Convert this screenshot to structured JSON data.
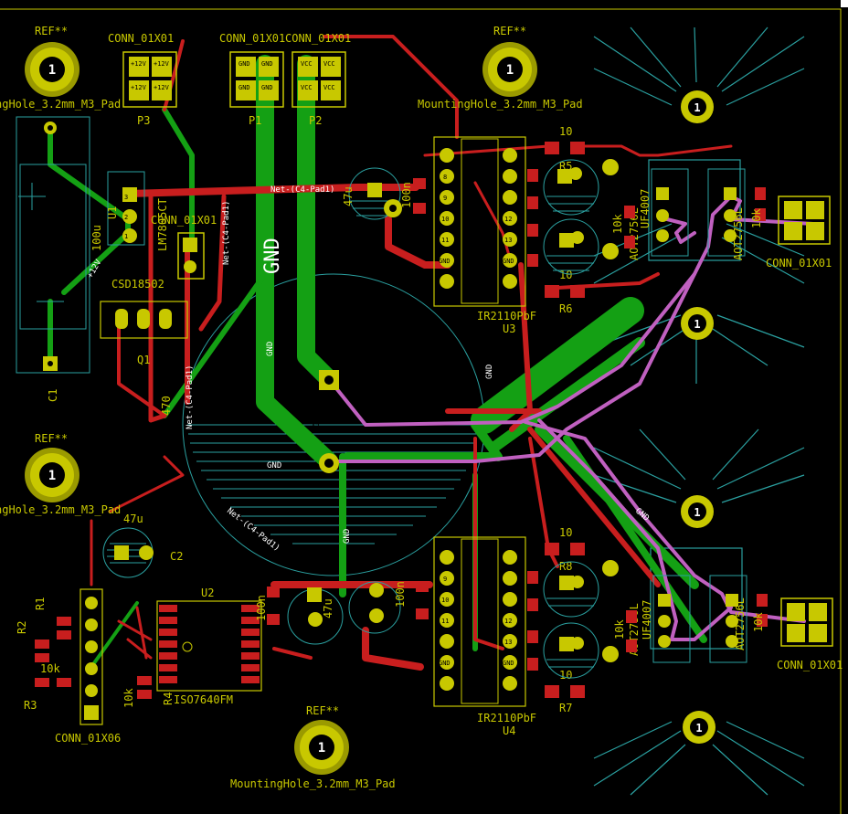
{
  "colors": {
    "background": "#000000",
    "copper_top": "#c81e1e",
    "copper_bottom": "#14a014",
    "silk": "#c8c800",
    "outline": "#2aa0a0",
    "highlight": "#c060c0",
    "pad": "#9a9a00"
  },
  "mounting_holes": [
    {
      "ref": "REF**",
      "value": "ngHole_3.2mm_M3_Pad",
      "pad": "1"
    },
    {
      "ref": "REF**",
      "value": "MountingHole_3.2mm_M3_Pad",
      "pad": "1"
    },
    {
      "ref": "REF**",
      "value": "ngHole_3.2mm_M3_Pad",
      "pad": "1"
    },
    {
      "ref": "REF**",
      "value": "MountingHole_3.2mm_M3_Pad",
      "pad": "1"
    }
  ],
  "connectors": {
    "p3": {
      "value": "CONN_01X01",
      "ref": "P3",
      "pins": [
        "+12V",
        "+12V",
        "+12V",
        "+12V"
      ]
    },
    "p1": {
      "value": "CONN_01X01",
      "ref": "P1",
      "pins": [
        "GND",
        "GND",
        "GND",
        "GND"
      ]
    },
    "p2": {
      "value": "CONN_01X01",
      "ref": "P2",
      "pins": [
        "VCC",
        "VCC",
        "VCC",
        "VCC"
      ]
    },
    "p_right_top": {
      "value": "CONN_01X01"
    },
    "p_right_bottom": {
      "value": "CONN_01X01"
    },
    "p_mid": {
      "value": "CONN_01X01"
    },
    "p_bottom_left": {
      "value": "CONN_01X06"
    }
  },
  "components": {
    "u1": {
      "value": "LM7805CT",
      "ref": "U1"
    },
    "q1": {
      "value": "CSD18502",
      "ref": "Q1"
    },
    "c1": {
      "value": "100u",
      "ref": "C1"
    },
    "c2": {
      "value": "47u",
      "ref": "C2"
    },
    "u3": {
      "value": "IR2110PbF",
      "ref": "U3"
    },
    "u4": {
      "value": "IR2110PbF",
      "ref": "U4"
    },
    "u2": {
      "value": "ISO7640FM",
      "ref": "U2"
    },
    "r5": {
      "ref": "R5",
      "value": "10"
    },
    "r6": {
      "ref": "R6",
      "value": "10"
    },
    "r7": {
      "ref": "R7",
      "value": "10"
    },
    "r8": {
      "ref": "R8",
      "value": "10"
    },
    "r1": {
      "ref": "R1"
    },
    "r2": {
      "ref": "R2",
      "value": "10k"
    },
    "r3": {
      "ref": "R3"
    },
    "r4": {
      "ref": "R4",
      "value": "10k"
    },
    "d_top": {
      "value": "UF4007"
    },
    "d_bottom": {
      "value": "UF4007"
    },
    "mos_top_left": {
      "value": "AOT2756L"
    },
    "mos_top_right": {
      "value": "AOT2756L"
    },
    "mos_bottom_left": {
      "value": "AOT2756L"
    },
    "mos_bottom_right": {
      "value": "AOT2756L"
    },
    "res_top_left": {
      "value": "10k"
    },
    "res_top_right": {
      "value": "10k"
    },
    "res_bottom_left": {
      "value": "10k"
    },
    "res_bottom_right": {
      "value": "10k"
    }
  },
  "u3_pins": [
    "8",
    "9",
    "10",
    "11",
    "GND",
    "12",
    "13",
    "GND"
  ],
  "u4_pins": [
    "9",
    "10",
    "11",
    "GND",
    "12",
    "13",
    "GND"
  ],
  "net_labels": {
    "net_c4": "Net-(C4-Pad1)",
    "net_c4_vert": "Net-(C4-Pad1)",
    "net_c4_diag": "Net-(C4-Pad1)",
    "gnd_big": "GND",
    "gnd_1": "GND",
    "gnd_2": "GND",
    "gnd_3": "GND",
    "gnd_4": "GND",
    "gnd_5": "GND",
    "plus12": "+12V"
  },
  "cap_labels": {
    "c_47u_top": "47u",
    "c_100n_top": "100n",
    "c_47u_bottom": "47u",
    "c_100n_bottom": "100n",
    "c_100n_u2": "100n",
    "c_47u_q1": "470"
  }
}
